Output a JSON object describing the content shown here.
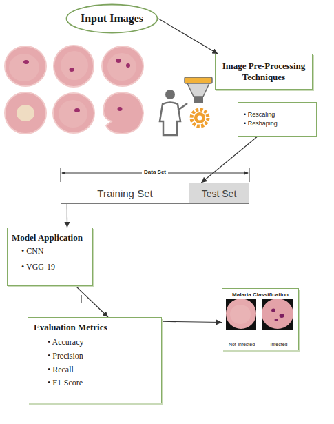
{
  "diagram": {
    "nodes": [
      {
        "text": [
          "Input Images"
        ]
      },
      {
        "text": [
          "Image Pre-Processing Techniques"
        ]
      },
      {
        "text": [
          "• Rescaling",
          "• Reshaping"
        ]
      },
      {
        "text": [
          "Training Set"
        ]
      },
      {
        "text": [
          "Test Set"
        ]
      },
      {
        "text": [
          "Model Application",
          "• CNN",
          "• VGG-19"
        ]
      },
      {
        "text": [
          "Evaluation Metrics",
          "• Accuracy",
          "• Precision",
          "• Recall",
          "• F1-Score"
        ]
      },
      {
        "text": [
          "Malaria Classification",
          "Not-Infected",
          "Infected"
        ]
      }
    ],
    "edges": [
      {
        "from": 0,
        "to": 1,
        "arrow": "to"
      },
      {
        "from": 2,
        "to": 4,
        "arrow": "to"
      },
      {
        "from": 3,
        "to": 5,
        "arrow": "to"
      },
      {
        "from": 5,
        "to": 6,
        "arrow": "to"
      },
      {
        "from": 6,
        "to": 7,
        "arrow": "to"
      }
    ],
    "labels": [
      "Data Set"
    ]
  }
}
